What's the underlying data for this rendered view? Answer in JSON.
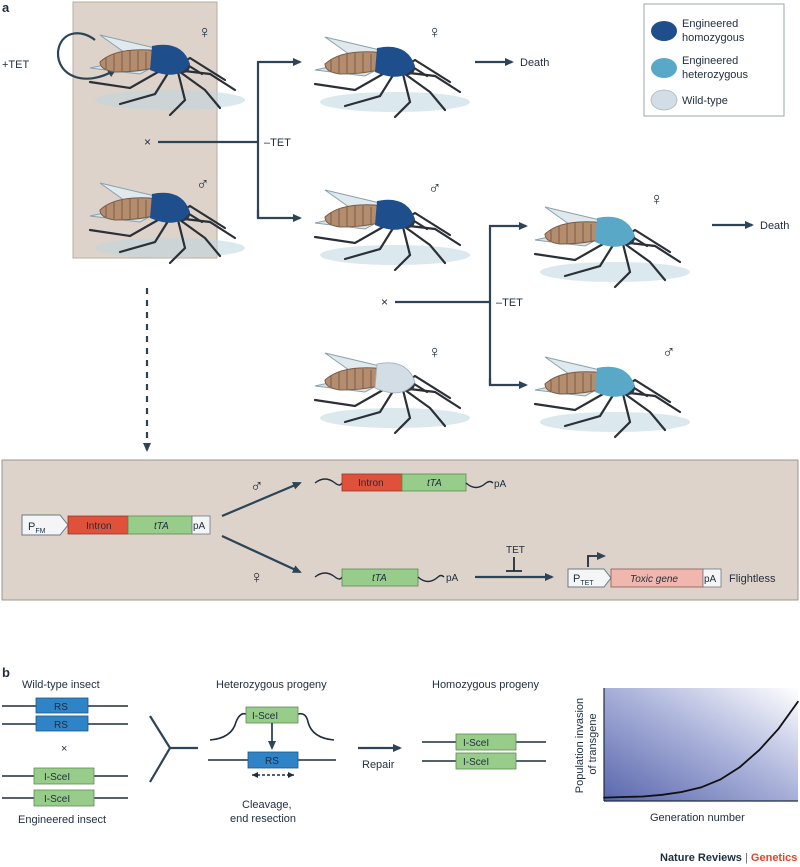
{
  "panel_a": {
    "label": "a",
    "tet_plus": "+TET",
    "tet_minus_1": "–TET",
    "tet_minus_2": "–TET",
    "cross_1": "×",
    "cross_2": "×",
    "death_1": "Death",
    "death_2": "Death",
    "female": "♀",
    "male": "♂",
    "legend": {
      "homozygous": [
        "Engineered",
        "homozygous"
      ],
      "heterozygous": [
        "Engineered",
        "heterozygous"
      ],
      "wildtype": "Wild-type"
    },
    "colors": {
      "homozygous": "#1e4f8c",
      "heterozygous": "#5aa8c8",
      "wildtype": "#d3dde6",
      "box_bg": "#ddd3cb",
      "intron": "#e0513a",
      "tta": "#98cc8a",
      "toxic": "#f0b7ae"
    },
    "construct": {
      "promoter_fm": "P",
      "promoter_fm_sub": "FM",
      "intron": "Intron",
      "tta": "tTA",
      "pa": "pA",
      "tet": "TET",
      "promoter_tet": "P",
      "promoter_tet_sub": "TET",
      "toxic_gene": "Toxic gene",
      "flightless": "Flightless"
    }
  },
  "panel_b": {
    "label": "b",
    "wildtype_insect": "Wild-type insect",
    "engineered_insect": "Engineered insect",
    "heterozygous_progeny": "Heterozygous progeny",
    "homozygous_progeny": "Homozygous progeny",
    "rs": "RS",
    "isce": "I-SceI",
    "isce_italic": "I-SceI",
    "cross": "×",
    "cleavage_1": "Cleavage,",
    "cleavage_2": "end resection",
    "repair": "Repair",
    "colors": {
      "rs": "#2f84c8",
      "isce": "#98cc8a"
    }
  },
  "chart_data": {
    "type": "line",
    "xlabel": "Generation number",
    "ylabel": "Population invasion of transgene",
    "ylabel_lines": [
      "Population invasion",
      "of transgene"
    ],
    "x": [
      0,
      1,
      2,
      3,
      4,
      5,
      6,
      7,
      8,
      9,
      10
    ],
    "series": [
      {
        "values": [
          0.03,
          0.035,
          0.04,
          0.055,
          0.08,
          0.12,
          0.19,
          0.3,
          0.45,
          0.64,
          0.88
        ]
      }
    ],
    "ylim": [
      0,
      1
    ],
    "xlim": [
      0,
      10
    ],
    "grid": false
  },
  "credit": {
    "journal": "Nature Reviews",
    "separator": "|",
    "section": "Genetics"
  }
}
